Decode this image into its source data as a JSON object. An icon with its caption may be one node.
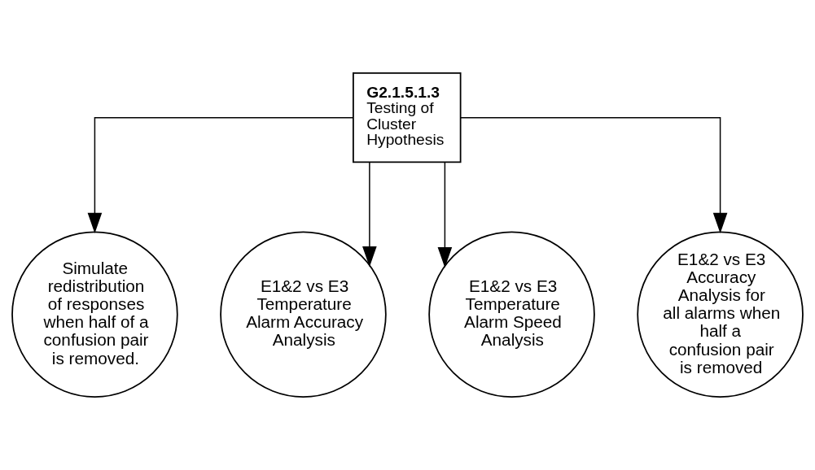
{
  "diagram": {
    "nodes": [
      {
        "text": [
          "G2.1.5.1.3",
          "Testing of Cluster Hypothesis"
        ]
      },
      {
        "text": [
          "Simulate redistribution of responses when half of a confusion pair is removed."
        ]
      },
      {
        "text": [
          "E1&2 vs E3 Temperature Alarm Accuracy Analysis"
        ]
      },
      {
        "text": [
          "E1&2 vs E3 Temperature Alarm Speed Analysis"
        ]
      },
      {
        "text": [
          "E1&2 vs E3 Accuracy Analysis for all alarms when half a confusion pair is removed"
        ]
      }
    ],
    "edges": [
      {
        "from": 0,
        "to": 1,
        "arrow": "to"
      },
      {
        "from": 0,
        "to": 2,
        "arrow": "to"
      },
      {
        "from": 0,
        "to": 3,
        "arrow": "to"
      },
      {
        "from": 0,
        "to": 4,
        "arrow": "to"
      }
    ]
  }
}
